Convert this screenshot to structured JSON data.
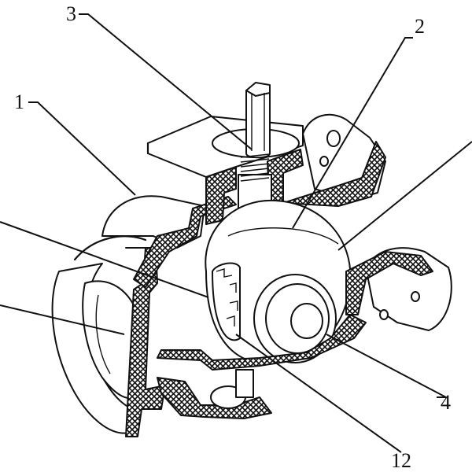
{
  "diagram": {
    "labels": {
      "l1": "1",
      "l2": "2",
      "l3": "3",
      "l4": "4",
      "l12": "12"
    },
    "hatch_color": "#111111",
    "line_color": "#111111",
    "background": "#ffffff"
  }
}
